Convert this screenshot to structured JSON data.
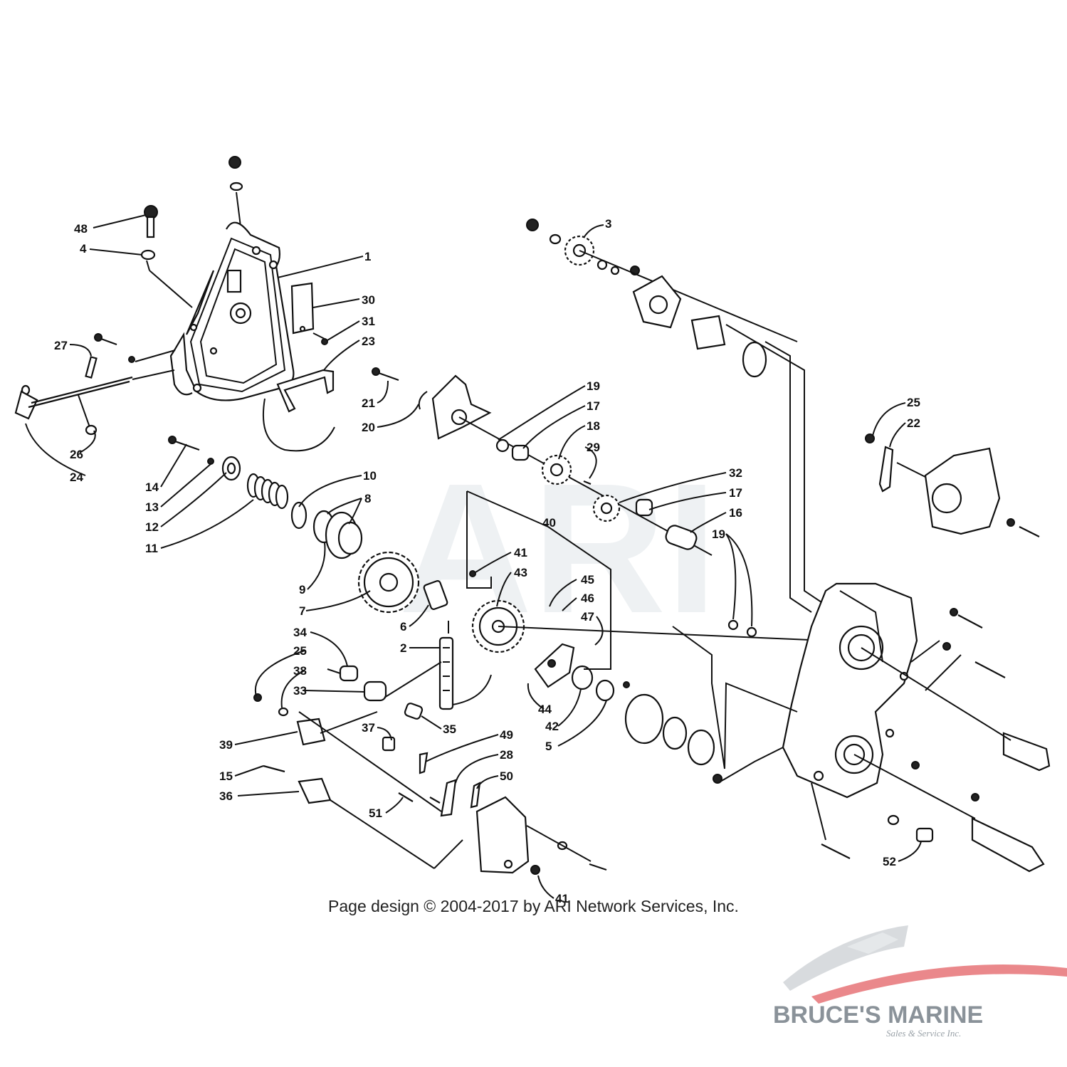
{
  "diagram": {
    "watermark_text": "ARI",
    "copyright": "Page design © 2004-2017 by ARI Network Services, Inc.",
    "brand": {
      "name": "BRUCE'S MARINE",
      "tagline": "Sales & Service Inc.",
      "accent_color": "#d9262c",
      "text_color": "#8a9299"
    },
    "callouts": [
      {
        "id": "c48",
        "label": "48"
      },
      {
        "id": "c4",
        "label": "4"
      },
      {
        "id": "c1",
        "label": "1"
      },
      {
        "id": "c30",
        "label": "30"
      },
      {
        "id": "c31",
        "label": "31"
      },
      {
        "id": "c23",
        "label": "23"
      },
      {
        "id": "c27",
        "label": "27"
      },
      {
        "id": "c26",
        "label": "26"
      },
      {
        "id": "c24",
        "label": "24"
      },
      {
        "id": "c3",
        "label": "3"
      },
      {
        "id": "c21",
        "label": "21"
      },
      {
        "id": "c20",
        "label": "20"
      },
      {
        "id": "c19a",
        "label": "19"
      },
      {
        "id": "c17a",
        "label": "17"
      },
      {
        "id": "c18",
        "label": "18"
      },
      {
        "id": "c29",
        "label": "29"
      },
      {
        "id": "c25a",
        "label": "25"
      },
      {
        "id": "c22",
        "label": "22"
      },
      {
        "id": "c14",
        "label": "14"
      },
      {
        "id": "c13",
        "label": "13"
      },
      {
        "id": "c12",
        "label": "12"
      },
      {
        "id": "c11",
        "label": "11"
      },
      {
        "id": "c10",
        "label": "10"
      },
      {
        "id": "c8",
        "label": "8"
      },
      {
        "id": "c40",
        "label": "40"
      },
      {
        "id": "c32",
        "label": "32"
      },
      {
        "id": "c17b",
        "label": "17"
      },
      {
        "id": "c16",
        "label": "16"
      },
      {
        "id": "c19b",
        "label": "19"
      },
      {
        "id": "c9",
        "label": "9"
      },
      {
        "id": "c7",
        "label": "7"
      },
      {
        "id": "c41a",
        "label": "41"
      },
      {
        "id": "c43",
        "label": "43"
      },
      {
        "id": "c45",
        "label": "45"
      },
      {
        "id": "c46",
        "label": "46"
      },
      {
        "id": "c47",
        "label": "47"
      },
      {
        "id": "c6",
        "label": "6"
      },
      {
        "id": "c2",
        "label": "2"
      },
      {
        "id": "c34",
        "label": "34"
      },
      {
        "id": "c25b",
        "label": "25"
      },
      {
        "id": "c38",
        "label": "38"
      },
      {
        "id": "c33",
        "label": "33"
      },
      {
        "id": "c44",
        "label": "44"
      },
      {
        "id": "c42",
        "label": "42"
      },
      {
        "id": "c5",
        "label": "5"
      },
      {
        "id": "c35",
        "label": "35"
      },
      {
        "id": "c37",
        "label": "37"
      },
      {
        "id": "c49",
        "label": "49"
      },
      {
        "id": "c28",
        "label": "28"
      },
      {
        "id": "c50",
        "label": "50"
      },
      {
        "id": "c39",
        "label": "39"
      },
      {
        "id": "c15",
        "label": "15"
      },
      {
        "id": "c36",
        "label": "36"
      },
      {
        "id": "c51",
        "label": "51"
      },
      {
        "id": "c41b",
        "label": "41"
      },
      {
        "id": "c52",
        "label": "52"
      }
    ]
  }
}
